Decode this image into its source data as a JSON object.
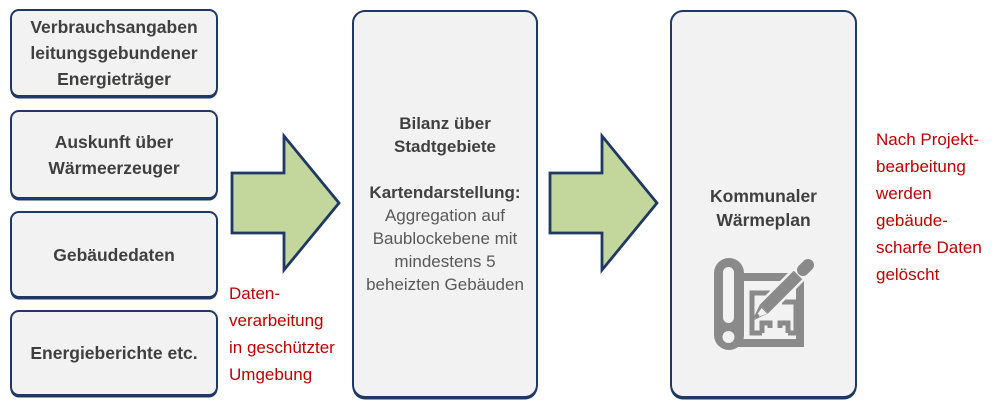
{
  "colors": {
    "box_fill": "#f2f2f2",
    "box_border": "#1f3864",
    "arrow_fill": "#c3d69b",
    "arrow_border": "#1f3864",
    "note_red": "#c00000",
    "label_dark": "#404040",
    "body_gray": "#595959",
    "icon_gray": "#8a8a8a"
  },
  "sources": [
    {
      "label": "Verbrauchsangaben\nleitungsgebundener\nEnergieträger"
    },
    {
      "label": "Auskunft über\nWärmeerzeuger"
    },
    {
      "label": "Gebäudedaten"
    },
    {
      "label": "Energieberichte etc."
    }
  ],
  "balance_panel": {
    "title": "Bilanz über\nStadtgebiete",
    "map_heading": "Kartendarstellung:",
    "map_body": "Aggregation auf\nBaublockebene mit\nmindestens 5\nbeheizten Gebäuden"
  },
  "result_panel": {
    "title": "Kommunaler\nWärmeplan",
    "icon": "blueprint-pencil-icon"
  },
  "notes": {
    "processing": "Daten-\nverarbeitung\nin geschützter\nUmgebung",
    "deletion": "Nach Projekt-\nbearbeitung\nwerden\ngebäude-\nscharfe Daten\ngelöscht"
  }
}
